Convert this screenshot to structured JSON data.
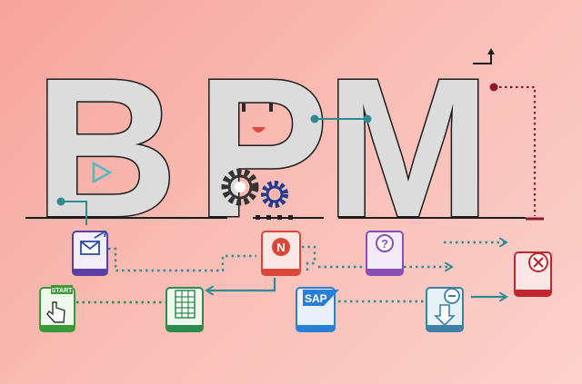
{
  "hero": {
    "letters": [
      "B",
      "P",
      "M"
    ]
  },
  "icons": {
    "start_label": "START",
    "sap_label": "SAP",
    "n_label": "N",
    "question_label": "?"
  },
  "colors": {
    "background_start": "#f6a49c",
    "background_end": "#fbd2cd",
    "letter_fill": "#dcdcdc",
    "letter_outline": "#1d1d1d",
    "connector_teal": "#2f8a92",
    "connector_green": "#2f8a4e",
    "connector_red": "#8f1a25",
    "accent_blue": "#2a7fd4",
    "accent_purple": "#8a4fb3",
    "accent_red": "#d9473b"
  }
}
